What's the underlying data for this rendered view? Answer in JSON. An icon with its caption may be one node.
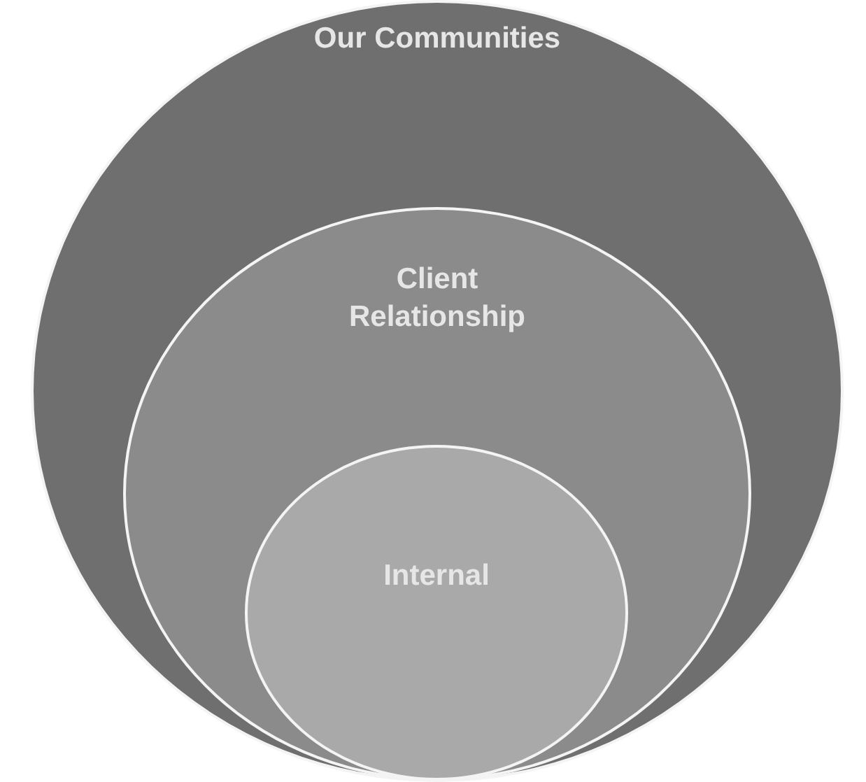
{
  "diagram": {
    "nodes": [
      {
        "text": [
          "Our Communities"
        ]
      },
      {
        "text": [
          "Client Relationship"
        ],
        "in": 0
      },
      {
        "text": [
          "Internal"
        ],
        "in": 1
      }
    ]
  }
}
